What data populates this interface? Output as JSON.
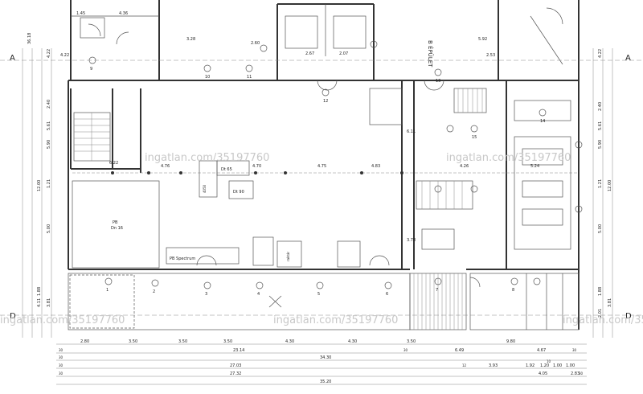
{
  "section_marks": {
    "left_top": "A",
    "right_top": "A",
    "left_bottom": "D",
    "right_bottom": "D"
  },
  "watermark": "ingatlan.com/35197760",
  "room_labels": {
    "buffet": "B ÉPÜLET",
    "pb_spectrum": "PB Spectrum",
    "pb": "PB",
    "dn16": "Dn 16",
    "dt65": "Dt 65",
    "dt90": "Dt 90",
    "d450": "4050",
    "raktar": "raktár"
  },
  "interior_dims": [
    "4.76",
    "4.70",
    "4.75",
    "4.83",
    "4.26",
    "5.24",
    "6.11",
    "3.78",
    "6.22"
  ],
  "top_dims": [
    "4.36",
    "1.45",
    "2.67",
    "2.07",
    "4.22",
    "2.53",
    "3.28",
    "5.92",
    "2.60"
  ],
  "bottom_dims": {
    "row1": [
      "2.80",
      "3.50",
      "3.50",
      "3.50",
      "4.30",
      "4.30",
      "3.50",
      "9.80"
    ],
    "row2": [
      "23.14",
      "6.49",
      "4.67"
    ],
    "row3": [
      "34.30"
    ],
    "row4": [
      "27.03",
      "3.93",
      "1.92",
      "1.20",
      "1.00",
      "1.00"
    ],
    "row5": [
      "27.32",
      "4.05",
      "2.83"
    ],
    "row6": [
      "35.20"
    ],
    "small": [
      "30",
      "30",
      "30",
      "30",
      "30",
      "12",
      "30",
      "10",
      "30"
    ]
  },
  "left_dims": [
    "4.22",
    "2.40",
    "5.61",
    "5.90",
    "1.21",
    "12.00",
    "5.00",
    "3.81",
    "4.11",
    "1.88",
    "36.18"
  ],
  "right_dims": [
    "4.22",
    "2.40",
    "5.61",
    "5.90",
    "1.21",
    "12.00",
    "5.00",
    "3.81",
    "1.88",
    "2.01"
  ],
  "room_numbers": [
    "1",
    "2",
    "3",
    "4",
    "5",
    "6",
    "7",
    "8",
    "9",
    "10",
    "11",
    "12",
    "13",
    "14",
    "15"
  ]
}
